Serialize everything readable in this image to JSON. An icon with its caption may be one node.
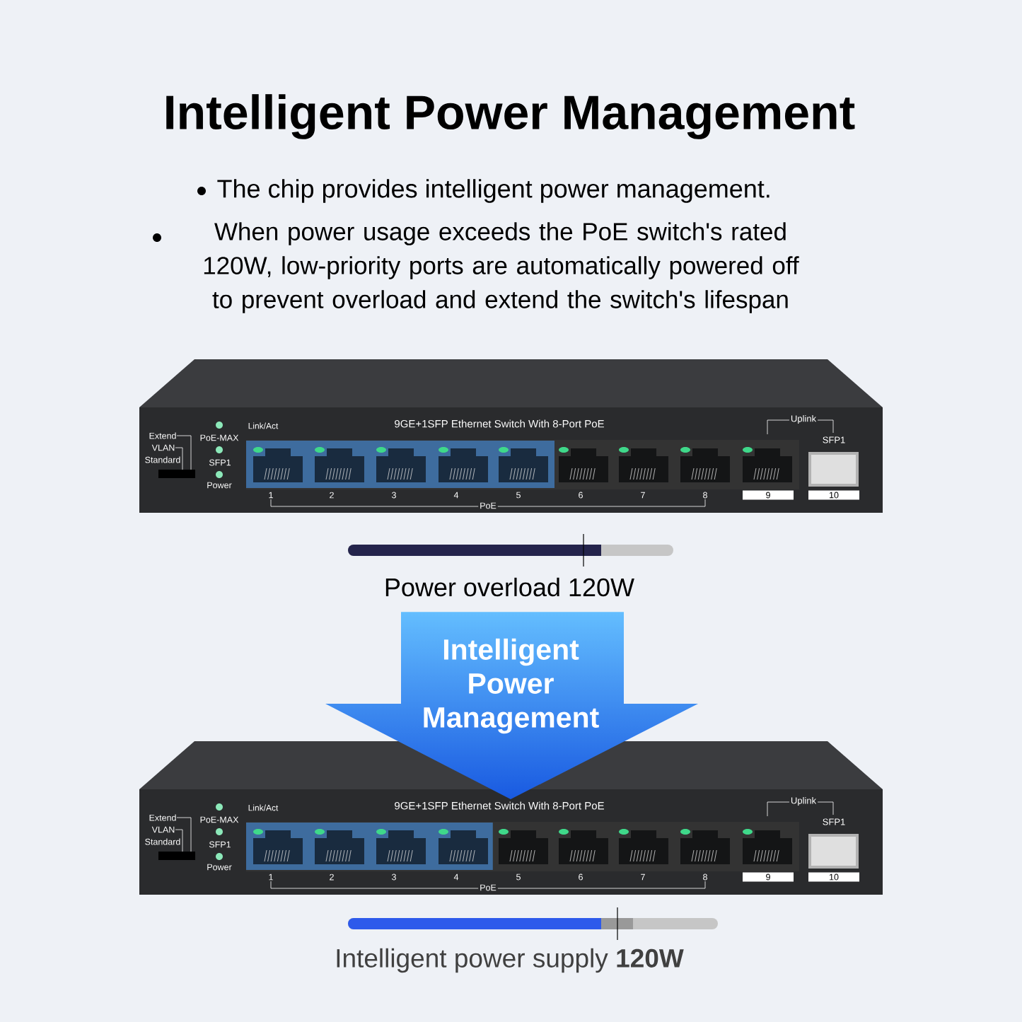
{
  "diagram": {
    "title": "Intelligent Power Management",
    "nodes": [
      {
        "text": [
          "Intelligent Power Management"
        ]
      }
    ],
    "labels": [
      "The chip provides intelligent power management.",
      "When power usage exceeds the PoE switch's rated 120W, low-priority ports are automatically powered off to prevent overload and extend the switch's lifespan",
      "Extend",
      "VLAN",
      "Standard",
      "PoE-MAX",
      "SFP1",
      "Power",
      "Link/Act",
      "9GE+1SFP Ethernet Switch With 8-Port PoE",
      "Uplink",
      "SFP1",
      "1",
      "2",
      "3",
      "4",
      "5",
      "6",
      "7",
      "8",
      "9",
      "10",
      "PoE",
      "Power overload 120W",
      "Extend",
      "VLAN",
      "Standard",
      "PoE-MAX",
      "SFP1",
      "Power",
      "Link/Act",
      "9GE+1SFP Ethernet Switch With 8-Port PoE",
      "Uplink",
      "SFP1",
      "1",
      "2",
      "3",
      "4",
      "5",
      "6",
      "7",
      "8",
      "9",
      "10",
      "PoE",
      "Intelligent power supply **120W**"
    ]
  }
}
